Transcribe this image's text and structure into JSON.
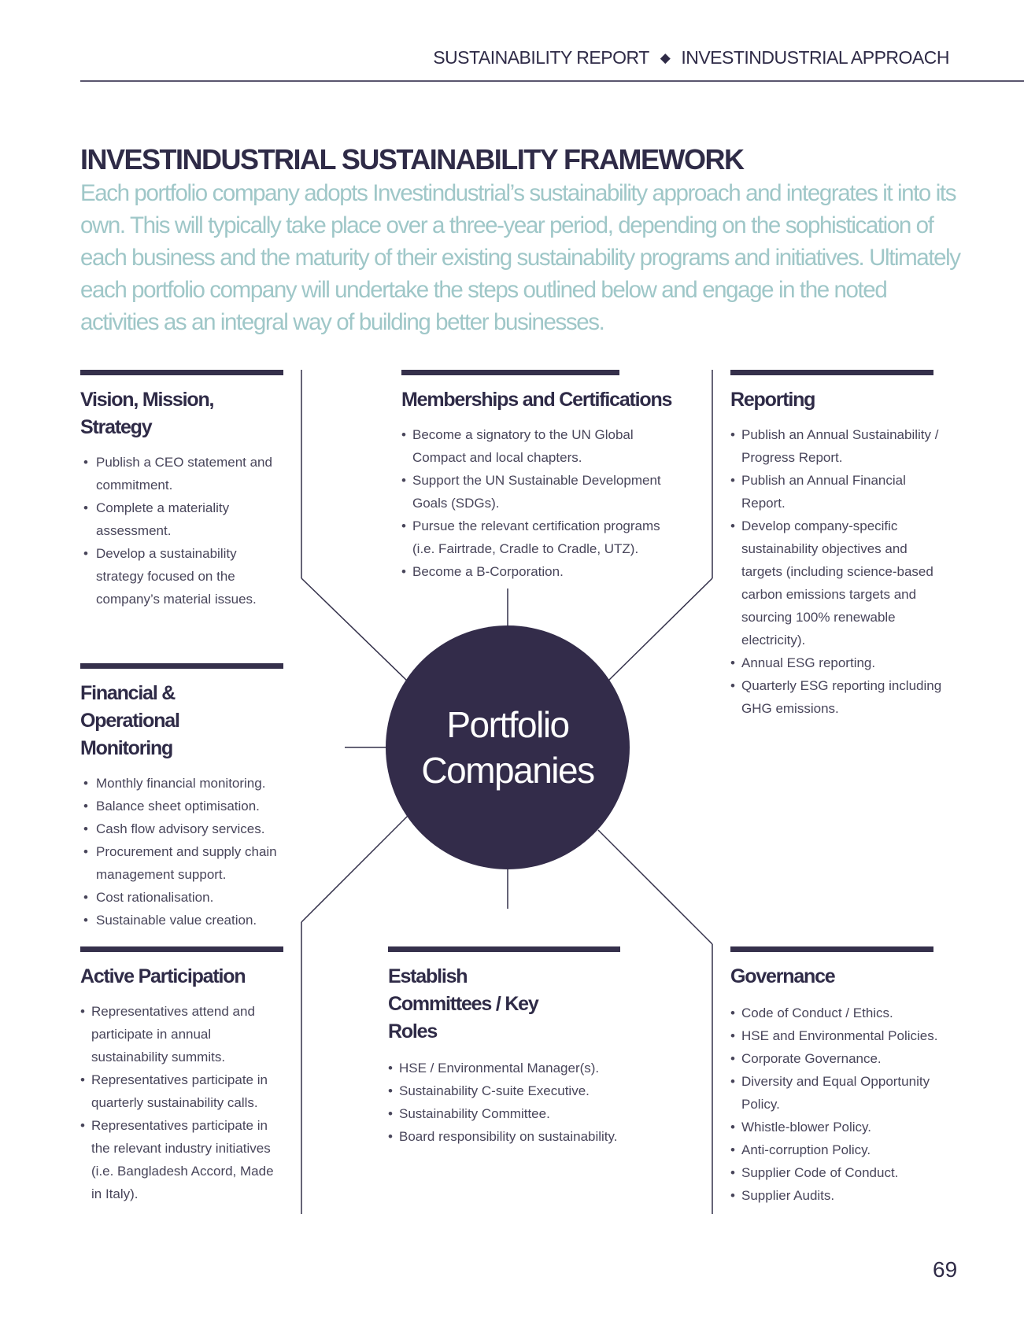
{
  "header": {
    "left_text": "SUSTAINABILITY REPORT",
    "separator": "◆",
    "right_text": "INVESTINDUSTRIAL APPROACH"
  },
  "page_title": "INVESTINDUSTRIAL SUSTAINABILITY FRAMEWORK",
  "intro": "Each portfolio company adopts Investindustrial’s sustainability approach and integrates it into its own. This will typically take place over a three-year period, depending on the sophistication of each business and the maturity of their existing sustainability programs and initiatives. Ultimately each portfolio company will undertake the steps outlined below and engage in the noted activities as an integral way of building better businesses.",
  "center": {
    "label": "Portfolio Companies"
  },
  "colors": {
    "navy": "#332c4a",
    "teal_text": "#9fc7c8"
  },
  "sections": {
    "vision": {
      "title": "Vision, Mission, Strategy",
      "items": [
        "Publish a CEO statement and commitment.",
        "Complete a materiality assessment.",
        "Develop a sustainability strategy focused on the company’s material issues."
      ]
    },
    "memberships": {
      "title": "Memberships and Certifications",
      "items": [
        "Become a signatory to the UN Global Compact and local chapters.",
        "Support the UN Sustainable Development Goals (SDGs).",
        "Pursue the relevant certification programs (i.e. Fairtrade, Cradle to Cradle, UTZ).",
        "Become a B-Corporation."
      ]
    },
    "reporting": {
      "title": "Reporting",
      "items": [
        "Publish an Annual Sustainability / Progress Report.",
        "Publish an Annual Financial Report.",
        "Develop company-specific sustainability objectives and targets (including science-based carbon emissions targets and sourcing 100% renewable electricity).",
        "Annual ESG reporting.",
        "Quarterly ESG reporting including GHG emissions."
      ]
    },
    "financial": {
      "title": "Financial & Operational Monitoring",
      "items": [
        "Monthly financial monitoring.",
        "Balance sheet optimisation.",
        "Cash flow advisory services.",
        "Procurement and supply chain management support.",
        "Cost rationalisation.",
        "Sustainable value creation."
      ]
    },
    "participation": {
      "title": "Active Participation",
      "items": [
        "Representatives attend and participate in annual sustainability summits.",
        "Representatives participate in quarterly sustainability calls.",
        "Representatives participate in the relevant industry initiatives (i.e. Bangladesh Accord, Made in Italy)."
      ]
    },
    "committees": {
      "title": "Establish Committees / Key Roles",
      "items": [
        "HSE / Environmental Manager(s).",
        "Sustainability C-suite Executive.",
        "Sustainability Committee.",
        "Board responsibility on sustainability."
      ]
    },
    "governance": {
      "title": "Governance",
      "items": [
        "Code of Conduct / Ethics.",
        "HSE and Environmental Policies.",
        "Corporate Governance.",
        "Diversity and Equal Opportunity Policy.",
        "Whistle-blower Policy.",
        "Anti-corruption Policy.",
        "Supplier Code of Conduct.",
        "Supplier Audits."
      ]
    }
  },
  "page_number": "69"
}
